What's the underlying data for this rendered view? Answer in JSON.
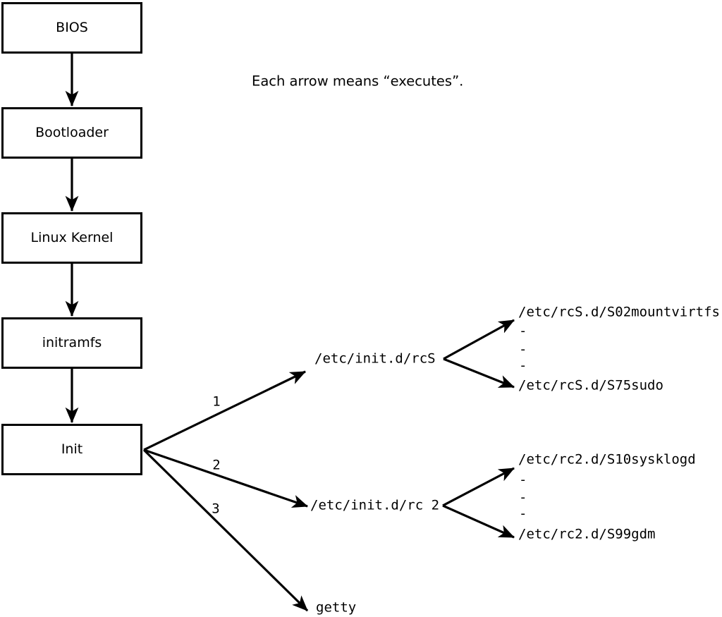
{
  "diagram": {
    "note": "Each arrow means “executes”.",
    "boxes": [
      {
        "label": "BIOS"
      },
      {
        "label": "Bootloader"
      },
      {
        "label": "Linux Kernel"
      },
      {
        "label": "initramfs"
      },
      {
        "label": "Init"
      }
    ],
    "edge_numbers": [
      "1",
      "2",
      "3"
    ],
    "scripts": {
      "rcS": "/etc/init.d/rcS",
      "rc2": "/etc/init.d/rc 2",
      "getty": "getty",
      "rcS_first": "/etc/rcS.d/S02mountvirtfs",
      "rcS_last": "/etc/rcS.d/S75sudo",
      "rc2_first": "/etc/rc2.d/S10sysklogd",
      "rc2_last": "/etc/rc2.d/S99gdm",
      "ellipsis_dash": "-"
    },
    "colors": {
      "ink": "#000000",
      "background": "#ffffff"
    }
  }
}
